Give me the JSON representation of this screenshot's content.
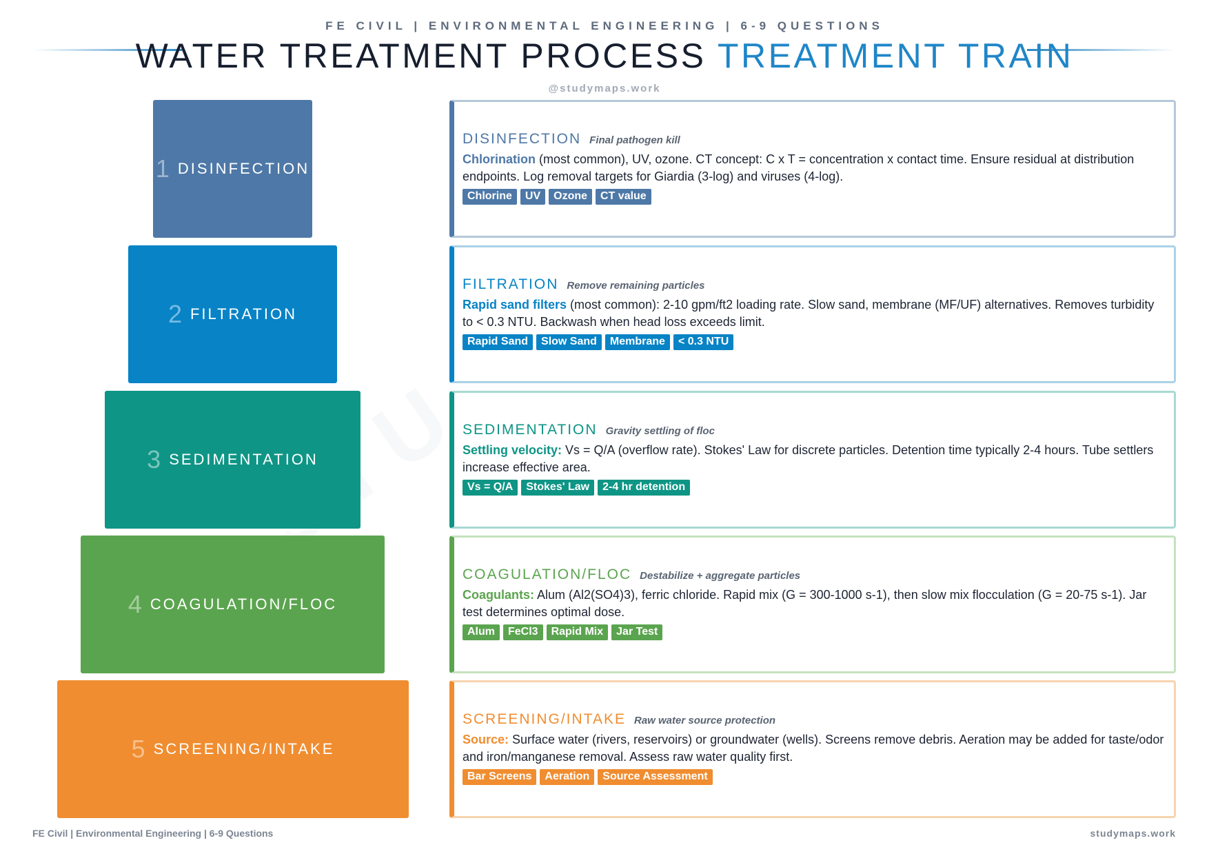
{
  "header": {
    "subtitle": "FE CIVIL | ENVIRONMENTAL ENGINEERING | 6-9 QUESTIONS",
    "title_main": "WATER TREATMENT PROCESS",
    "title_accent": "TREATMENT TRAIN",
    "handle": "@studymaps.work"
  },
  "watermark": "STU",
  "steps": [
    {
      "num": "1",
      "name": "DISINFECTION",
      "color": "#4e78a7"
    },
    {
      "num": "2",
      "name": "FILTRATION",
      "color": "#0783c6"
    },
    {
      "num": "3",
      "name": "SEDIMENTATION",
      "color": "#0e9585"
    },
    {
      "num": "4",
      "name": "COAGULATION/FLOC",
      "color": "#5ba44f"
    },
    {
      "num": "5",
      "name": "SCREENING/INTAKE",
      "color": "#f08d30"
    }
  ],
  "cards": [
    {
      "title": "DISINFECTION",
      "subtitle": "Final pathogen kill",
      "key": "Chlorination",
      "text": " (most common), UV, ozone. CT concept: C x T = concentration x contact time. Ensure residual at distribution endpoints. Log removal targets for Giardia (3-log) and viruses (4-log).",
      "tags": [
        "Chlorine",
        "UV",
        "Ozone",
        "CT value"
      ]
    },
    {
      "title": "FILTRATION",
      "subtitle": "Remove remaining particles",
      "key": "Rapid sand filters",
      "text": " (most common): 2-10 gpm/ft2 loading rate. Slow sand, membrane (MF/UF) alternatives. Removes turbidity to < 0.3 NTU. Backwash when head loss exceeds limit.",
      "tags": [
        "Rapid Sand",
        "Slow Sand",
        "Membrane",
        "< 0.3 NTU"
      ]
    },
    {
      "title": "SEDIMENTATION",
      "subtitle": "Gravity settling of floc",
      "key": "Settling velocity:",
      "text": " Vs = Q/A (overflow rate). Stokes' Law for discrete particles. Detention time typically 2-4 hours. Tube settlers increase effective area.",
      "tags": [
        "Vs = Q/A",
        "Stokes' Law",
        "2-4 hr detention"
      ]
    },
    {
      "title": "COAGULATION/FLOC",
      "subtitle": "Destabilize + aggregate particles",
      "key": "Coagulants:",
      "text": " Alum (Al2(SO4)3), ferric chloride. Rapid mix (G = 300-1000 s-1), then slow mix flocculation (G = 20-75 s-1). Jar test determines optimal dose.",
      "tags": [
        "Alum",
        "FeCl3",
        "Rapid Mix",
        "Jar Test"
      ]
    },
    {
      "title": "SCREENING/INTAKE",
      "subtitle": "Raw water source protection",
      "key": "Source:",
      "text": " Surface water (rivers, reservoirs) or groundwater (wells). Screens remove debris. Aeration may be added for taste/odor and iron/manganese removal. Assess raw water quality first.",
      "tags": [
        "Bar Screens",
        "Aeration",
        "Source Assessment"
      ]
    }
  ],
  "footer": {
    "left": "FE Civil | Environmental Engineering | 6-9 Questions",
    "right": "studymaps.work"
  }
}
